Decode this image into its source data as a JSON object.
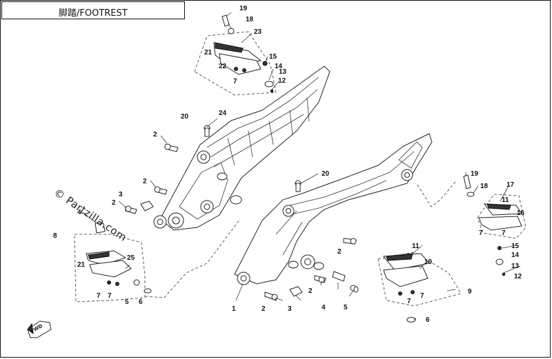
{
  "title": "脚踏/FOOTREST",
  "watermark": "© Partzilla.com",
  "fwd_label": "FWD",
  "labels": [
    {
      "id": "l19a",
      "text": "19"
    },
    {
      "id": "l18a",
      "text": "18"
    },
    {
      "id": "l23",
      "text": "23"
    },
    {
      "id": "l21a",
      "text": "21"
    },
    {
      "id": "l15a",
      "text": "15"
    },
    {
      "id": "l14a",
      "text": "14"
    },
    {
      "id": "l22",
      "text": "22"
    },
    {
      "id": "l7a",
      "text": "7"
    },
    {
      "id": "l13a",
      "text": "13"
    },
    {
      "id": "l12a",
      "text": "12"
    },
    {
      "id": "l24",
      "text": "24"
    },
    {
      "id": "l20a",
      "text": "20"
    },
    {
      "id": "l2a",
      "text": "2"
    },
    {
      "id": "l2b",
      "text": "2"
    },
    {
      "id": "l3a",
      "text": "3"
    },
    {
      "id": "l2c",
      "text": "2"
    },
    {
      "id": "l4a",
      "text": "4"
    },
    {
      "id": "l8",
      "text": "8"
    },
    {
      "id": "l25",
      "text": "25"
    },
    {
      "id": "l21b",
      "text": "21"
    },
    {
      "id": "l7b",
      "text": "7"
    },
    {
      "id": "l7c",
      "text": "7"
    },
    {
      "id": "l5a",
      "text": "5"
    },
    {
      "id": "l6a",
      "text": "6"
    },
    {
      "id": "l20b",
      "text": "20"
    },
    {
      "id": "l19b",
      "text": "19"
    },
    {
      "id": "l18b",
      "text": "18"
    },
    {
      "id": "l17",
      "text": "17"
    },
    {
      "id": "l11a",
      "text": "11"
    },
    {
      "id": "l16",
      "text": "16"
    },
    {
      "id": "l7d",
      "text": "7"
    },
    {
      "id": "l7e",
      "text": "7"
    },
    {
      "id": "l15b",
      "text": "15"
    },
    {
      "id": "l14b",
      "text": "14"
    },
    {
      "id": "l13b",
      "text": "13"
    },
    {
      "id": "l12b",
      "text": "12"
    },
    {
      "id": "l2d",
      "text": "2"
    },
    {
      "id": "l1",
      "text": "1"
    },
    {
      "id": "l2e",
      "text": "2"
    },
    {
      "id": "l3b",
      "text": "3"
    },
    {
      "id": "l2f",
      "text": "2"
    },
    {
      "id": "l4b",
      "text": "4"
    },
    {
      "id": "l5b",
      "text": "5"
    },
    {
      "id": "l11b",
      "text": "11"
    },
    {
      "id": "l10",
      "text": "10"
    },
    {
      "id": "l7f",
      "text": "7"
    },
    {
      "id": "l7g",
      "text": "7"
    },
    {
      "id": "l9",
      "text": "9"
    },
    {
      "id": "l6b",
      "text": "6"
    }
  ]
}
